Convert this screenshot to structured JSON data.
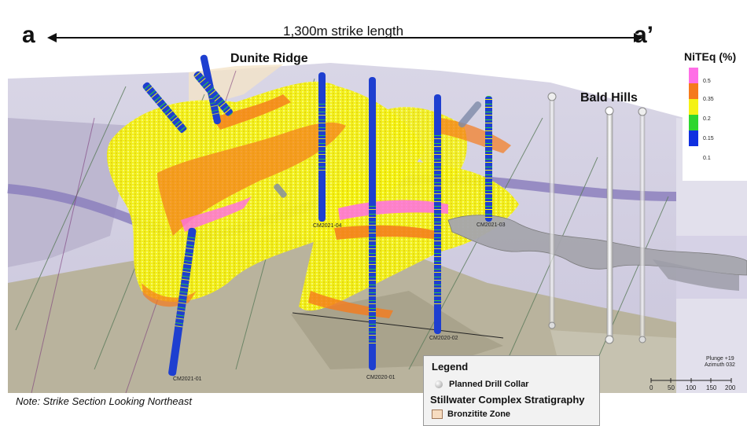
{
  "section": {
    "start_label": "a",
    "end_label": "a’",
    "strike_length_label": "1,300m strike length"
  },
  "places": {
    "dunite_ridge": "Dunite Ridge",
    "bald_hills": "Bald Hills"
  },
  "note": "Note: Strike Section Looking Northeast",
  "color_scale": {
    "title": "NiTEq (%)",
    "stops": [
      {
        "label": "0.5",
        "color": "#ff6ee6"
      },
      {
        "label": "0.35",
        "color": "#f57a1c"
      },
      {
        "label": "0.2",
        "color": "#f4f214"
      },
      {
        "label": "0.15",
        "color": "#2fd62f"
      },
      {
        "label": "0.1",
        "color": "#1030e0"
      }
    ]
  },
  "drill_holes": [
    {
      "label": "CM2021-01"
    },
    {
      "label": "CM2021-04"
    },
    {
      "label": "CM2020-01"
    },
    {
      "label": "CM2020-02"
    },
    {
      "label": "CM2021-03"
    }
  ],
  "orientation": {
    "plunge": "Plunge +19",
    "azimuth": "Azimuth 032"
  },
  "scale_bar": {
    "ticks": [
      "0",
      "50",
      "100",
      "150",
      "200"
    ]
  },
  "legend": {
    "title": "Legend",
    "planned_collar": "Planned Drill Collar",
    "stratigraphy_title": "Stillwater Complex Stratigraphy",
    "bronzitite": "Bronzitite Zone"
  },
  "colors": {
    "background_gray": "#c8c4d8",
    "lower_tan": "#b9b39d",
    "dunite_band": "#8c80bd",
    "drill_core": "#1e3fd0"
  }
}
